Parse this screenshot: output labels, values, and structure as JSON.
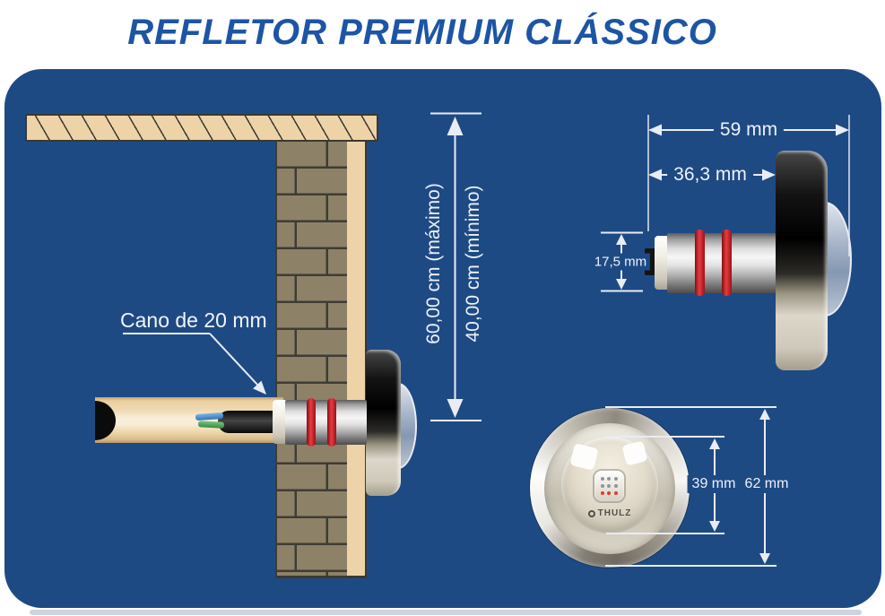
{
  "title": "REFLETOR PREMIUM CLÁSSICO",
  "installation": {
    "pipe_label": "Cano de 20 mm",
    "depth_max_label": "60,00 cm (máximo)",
    "depth_min_label": "40,00 cm (mínimo)"
  },
  "side_view": {
    "overall_length": "59 mm",
    "embed_length": "36,3 mm",
    "body_diameter": "17,5 mm"
  },
  "front_view": {
    "lens_diameter": "39 mm",
    "face_diameter": "62 mm",
    "brand": "THULZ"
  },
  "colors": {
    "panel_blue": "#1e4a84",
    "title_blue": "#1d55a5",
    "dimension_white": "#eef1f7",
    "masonry_tan": "#eed3a8",
    "brick_olive": "#8d8268",
    "oring_red": "#cf2027"
  }
}
